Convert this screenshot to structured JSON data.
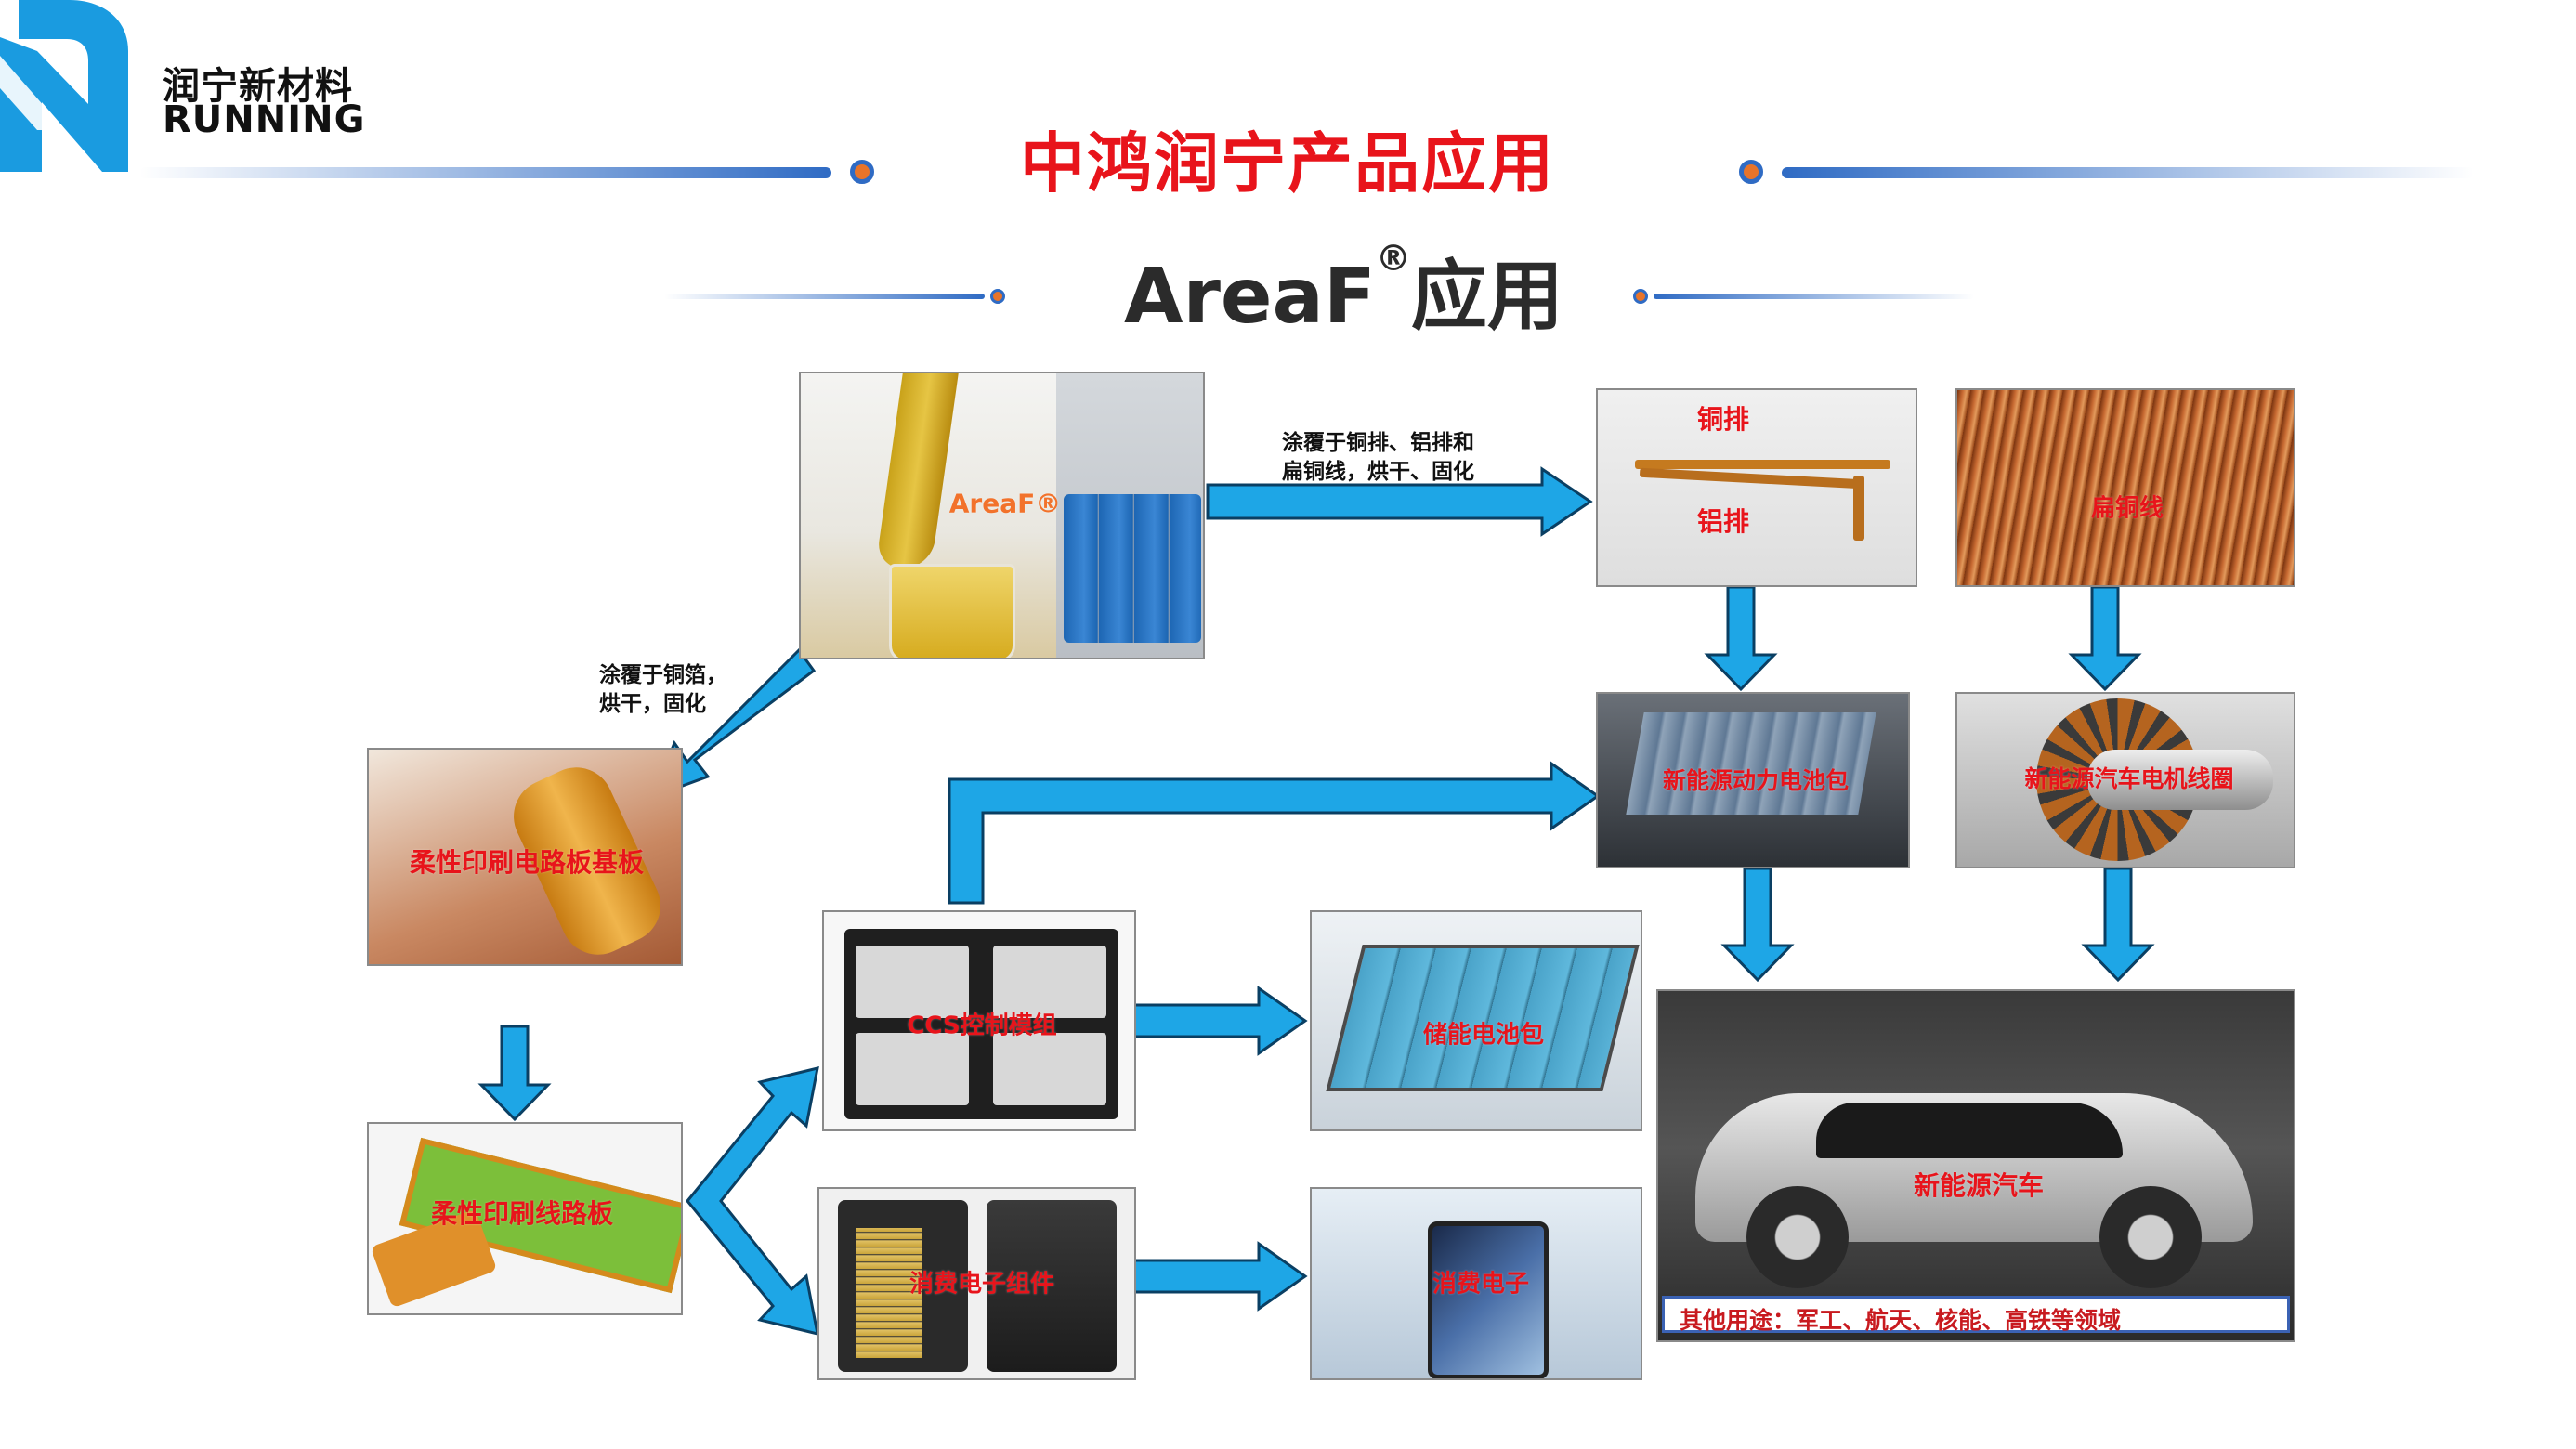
{
  "brand": {
    "name_cn": "润宁新材料",
    "name_en": "RUNNING"
  },
  "header": {
    "title": "中鸿润宁产品应用",
    "subtitle_main": "AreaF",
    "subtitle_reg": "®",
    "subtitle_tail": "应用"
  },
  "colors": {
    "title_red": "#e8141b",
    "arrow_blue": "#1ea6e6",
    "brand_blue": "#1a9be0",
    "accent_orange": "#e8742a"
  },
  "annotations": {
    "coat_bars": "涂覆于铜排、铝排和\n扁铜线，烘干、固化",
    "coat_foil": "涂覆于铜箔，\n烘干，固化"
  },
  "nodes": {
    "areaf": "AreaF®",
    "copper_bar": "铜排",
    "aluminum_bar": "铝排",
    "flat_wire": "扁铜线",
    "battery_pack": "新能源动力电池包",
    "motor_coil": "新能源汽车电机线圈",
    "fpc_substrate": "柔性印刷电路板基板",
    "fpc_board": "柔性印刷线路板",
    "ccs_module": "CCS控制模组",
    "storage_battery": "储能电池包",
    "consumer_parts": "消费电子组件",
    "consumer_electronics": "消费电子",
    "ev": "新能源汽车",
    "other_uses": "其他用途：军工、航天、核能、高铁等领域"
  }
}
